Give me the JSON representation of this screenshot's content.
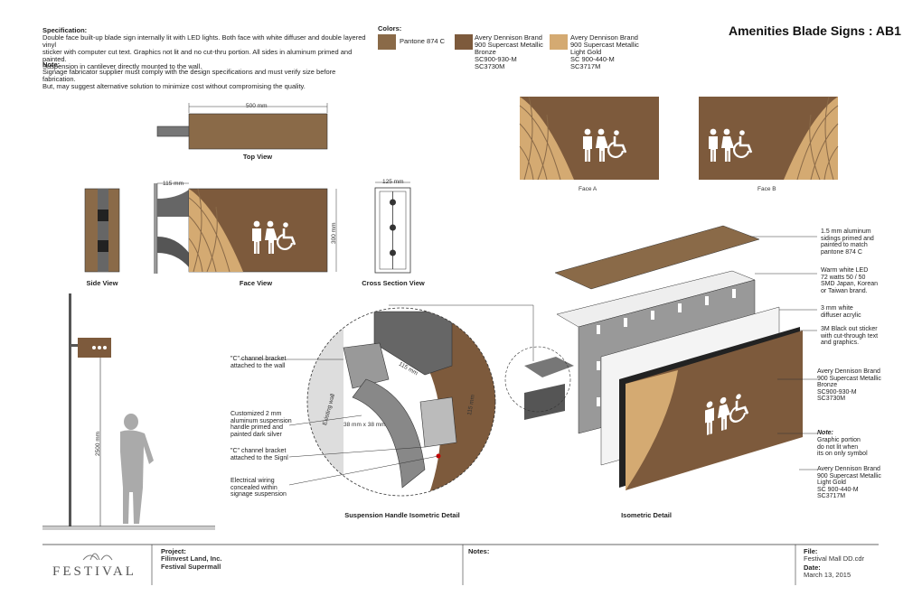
{
  "header": {
    "spec_title": "Specification:",
    "spec_body": "Double face built-up blade sign internally lit with LED lights. Both face with white diffuser and double layered vinyl\nsticker with computer cut text. Graphics not lit and no cut-thru portion. All sides in aluminum primed and painted.\nSuspension in cantilever directly mounted to the wall.",
    "note_title": "Note:",
    "note_body": "Signage fabricator supplier must comply with the design specifications and must verify size before fabrication.\nBut, may suggest alternative solution to minimize cost without compromising the quality.",
    "colors_title": "Colors:",
    "sheet_title": "Amenities Blade Signs : AB1"
  },
  "colors": [
    {
      "label": "Pantone 874 C",
      "hex": "#8a6a48"
    },
    {
      "label": "Avery Dennison Brand\n900 Supercast Metallic\nBronze\nSC900-930-M\nSC3730M",
      "hex": "#7d5a3c"
    },
    {
      "label": "Avery Dennison Brand\n900 Supercast Metallic\nLight  Gold\nSC 900-440-M\nSC3717M",
      "hex": "#d4aa72"
    }
  ],
  "views": {
    "top_view": "Top View",
    "top_dim": "500 mm",
    "side_view": "Side View",
    "side_dim": "115 mm",
    "face_view": "Face View",
    "face_height": "300 mm",
    "cross_section": "Cross Section View",
    "cross_dim": "125 mm",
    "face_a": "Face A",
    "face_b": "Face B",
    "suspension_detail": "Suspension Handle Isometric Detail",
    "isometric_detail": "Isometric Detail",
    "height_dim": "2500 mm"
  },
  "suspension_callouts": {
    "c_channel_wall": "\"C\" channel bracket\nattached to the wall",
    "handle": "Customized 2 mm\naluminum suspension\nhandle primed and\npainted dark silver",
    "c_channel_sign": "\"C\" channel bracket\nattached to the Signl",
    "wiring": "Electrical wiring\nconcealed within\nsignage suspension",
    "dim_115": "115 mm",
    "dim_115b": "115 mm",
    "dim_38": "38 mm x 38 mm",
    "existing_wall": "Existing wall"
  },
  "iso_callouts": {
    "sidings": "1.5 mm aluminum\nsidings primed and\npainted to match\npantone 874 C",
    "led": "Warm white LED\n72 watts  50 / 50\nSMD Japan, Korean\nor  Taiwan brand.",
    "diffuser": "3 mm white\ndiffuser acrylic",
    "blackout": "3M Black out sticker\nwith cut-through text\nand graphics.",
    "bronze": "Avery Dennison Brand\n900 Supercast Metallic\nBronze\nSC900-930-M\nSC3730M",
    "note_title": "Note:",
    "note_body": "Graphic portion\ndo not lit when\nits on only symbol",
    "gold": "Avery Dennison Brand\n900 Supercast Metallic\nLight  Gold\nSC 900-440-M\nSC3717M"
  },
  "title_block": {
    "logo": "FESTIVAL",
    "project_label": "Project:",
    "project_value": "Filinvest Land, Inc.\nFestival Supermall",
    "notes_label": "Notes:",
    "file_label": "File:",
    "file_value": "Festival Mall DD.cdr",
    "date_label": "Date:",
    "date_value": "March 13,  2015"
  }
}
